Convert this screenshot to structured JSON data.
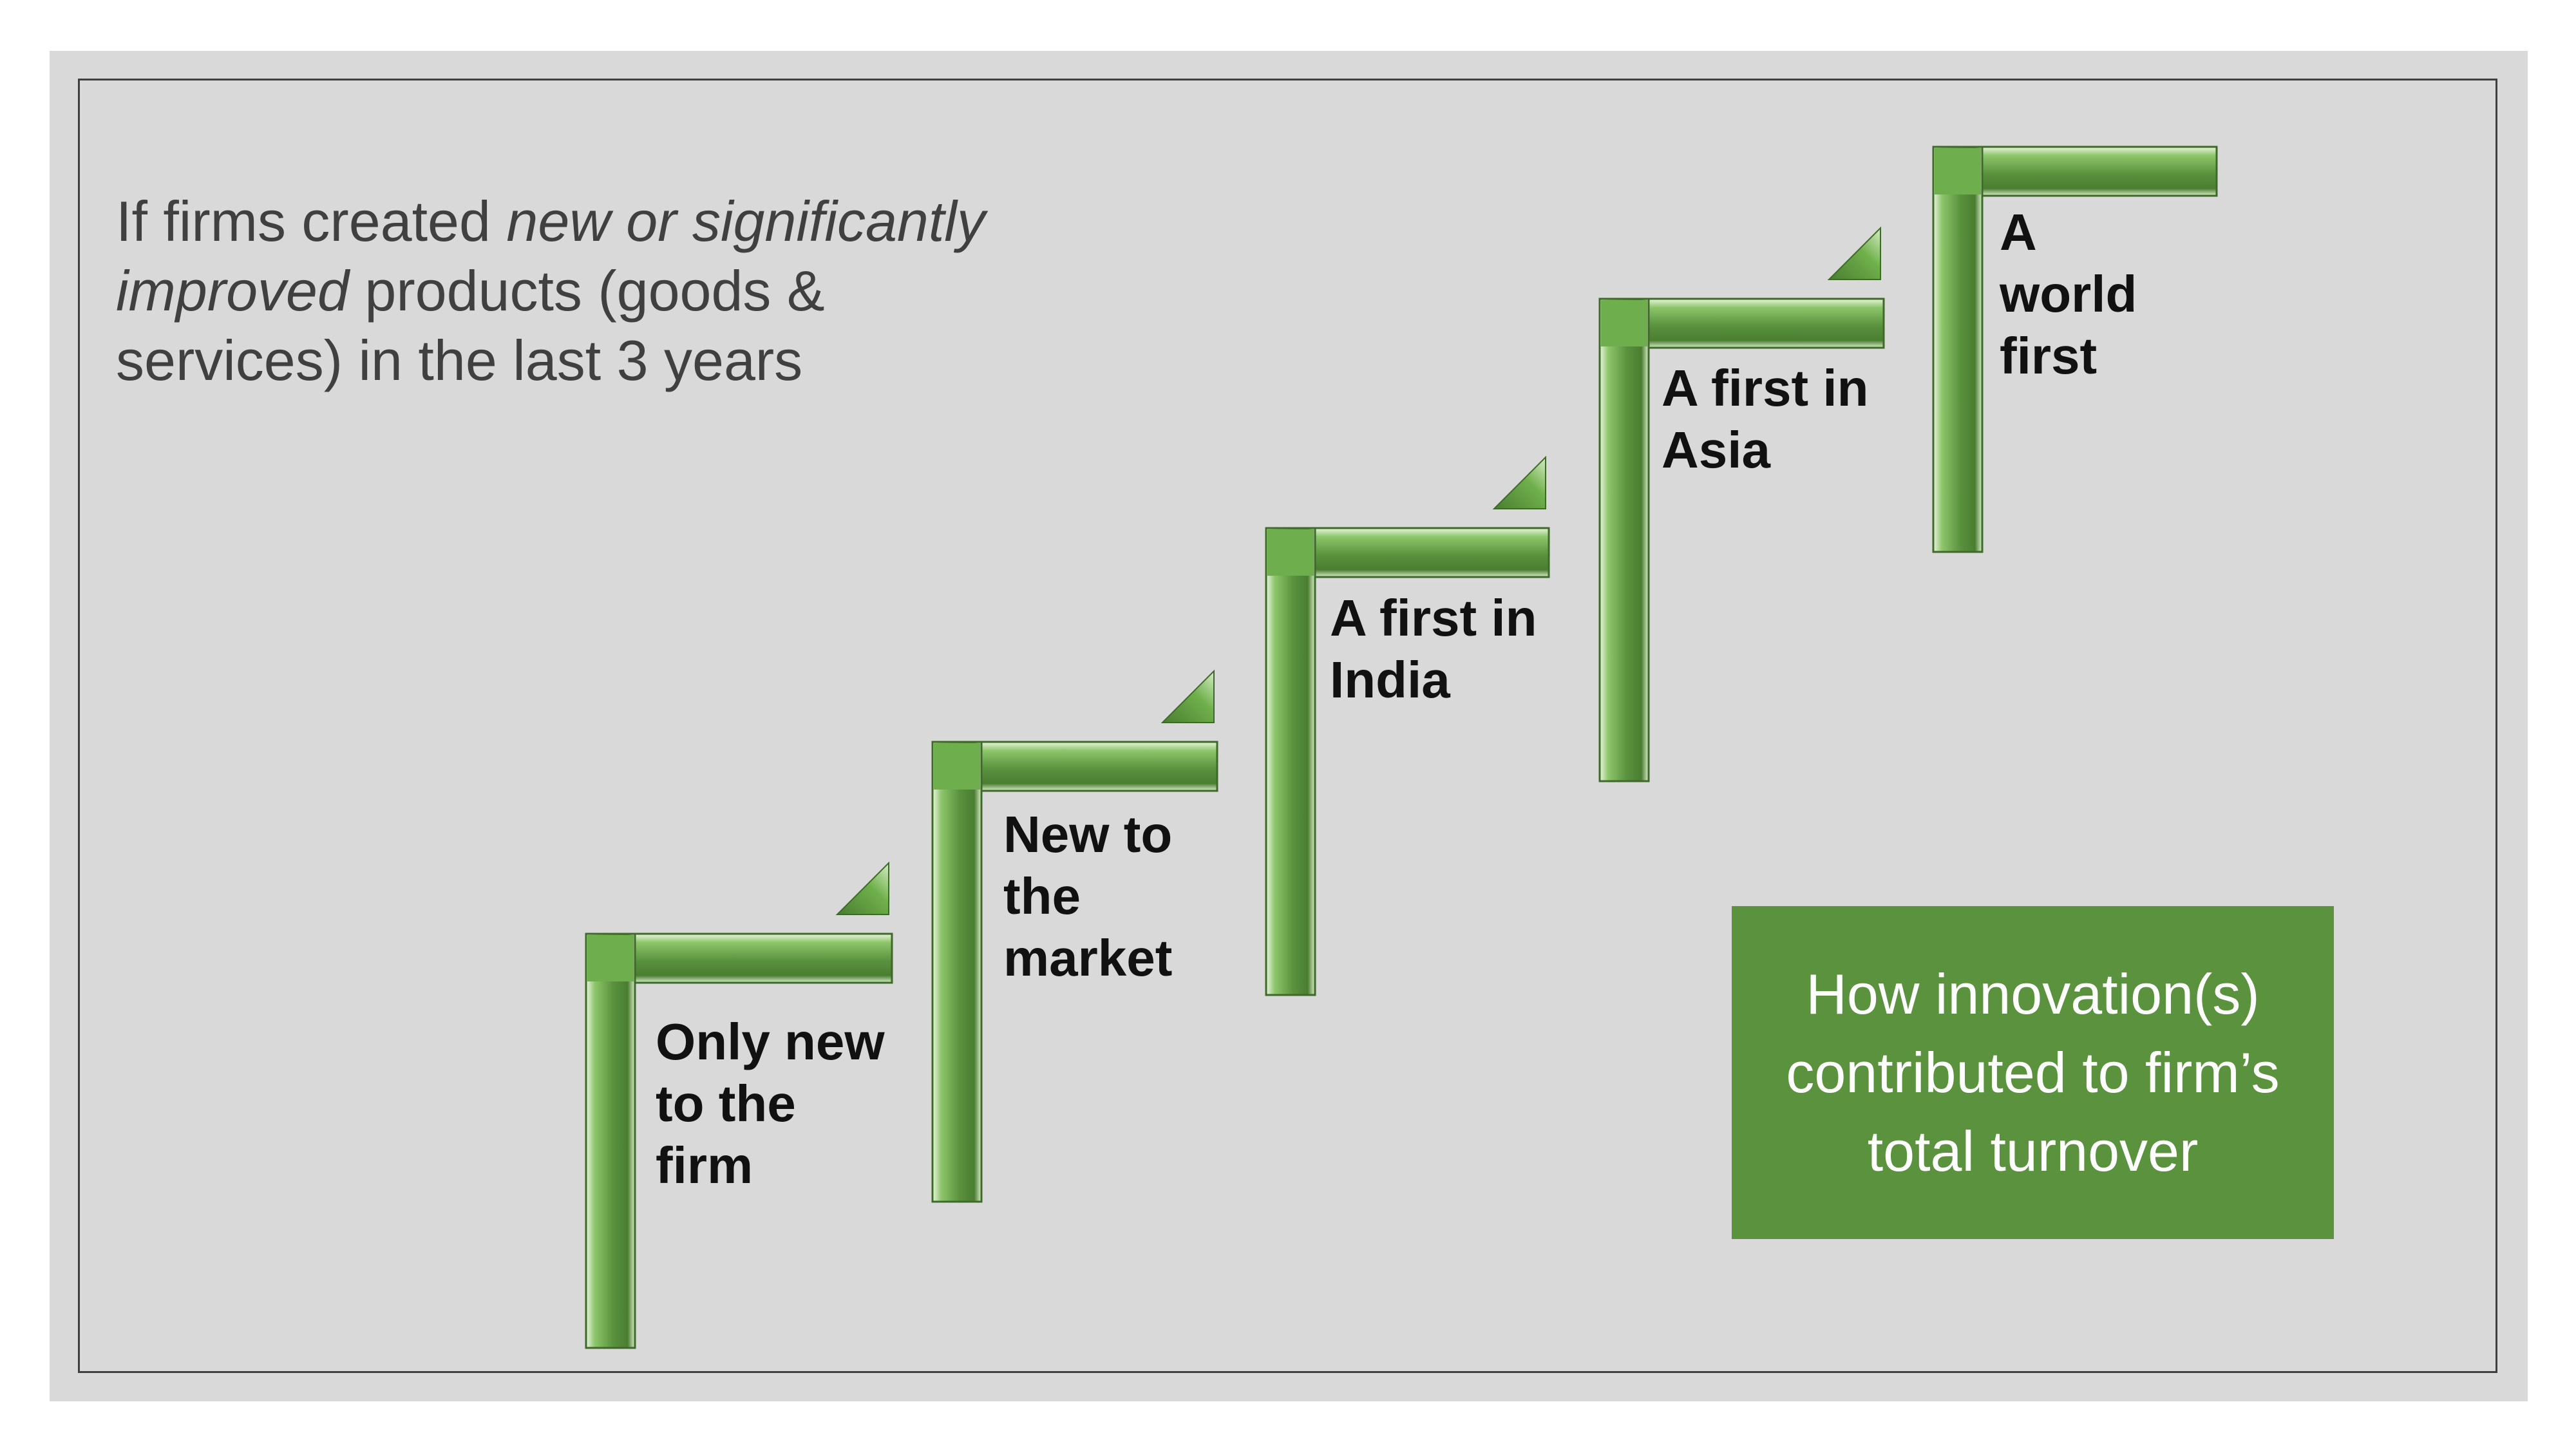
{
  "intro": {
    "part1": "If firms created ",
    "part2_italic": "new or significantly improved",
    "part3": "  products (goods & services)  in the last 3 years"
  },
  "steps": [
    {
      "label": "Only new to the firm"
    },
    {
      "label": "New to the market"
    },
    {
      "label": "A first in India"
    },
    {
      "label": "A first in Asia"
    },
    {
      "label": "A world first"
    }
  ],
  "result_box": {
    "text": "How innovation(s) contributed to firm’s total turnover"
  },
  "colors": {
    "background": "#d9d9d9",
    "step_green": "#5a923e",
    "box_green": "#5a923e",
    "intro_text": "#404040"
  }
}
